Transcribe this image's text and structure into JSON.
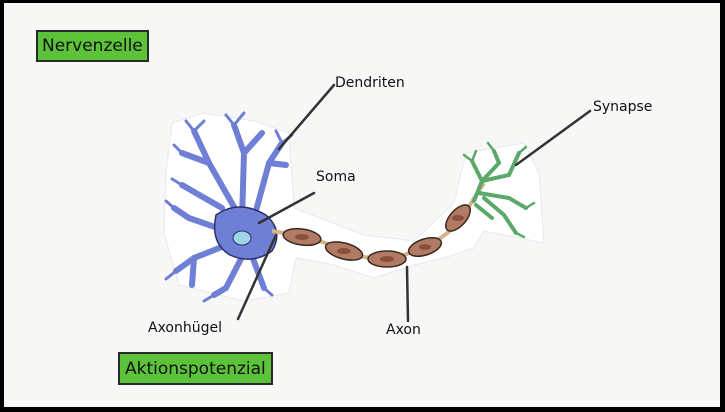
{
  "title_box": {
    "text": "Nervenzelle"
  },
  "bottom_box": {
    "text": "Aktionspotenzial"
  },
  "labels": {
    "dendriten": "Dendriten",
    "soma": "Soma",
    "synapse": "Synapse",
    "axonhuegel": "Axonhügel",
    "axon": "Axon"
  },
  "colors": {
    "box_green": "#5cc23a",
    "dendrite_blue": "#6f7fd6",
    "myelin": "#b07a63",
    "synapse_green": "#5aa86a"
  }
}
